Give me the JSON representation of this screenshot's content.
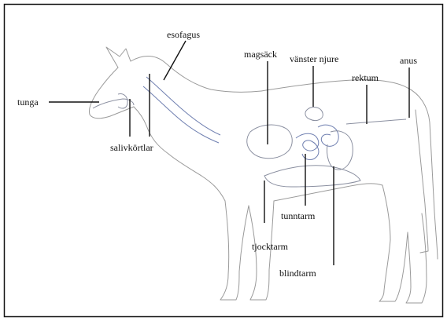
{
  "labels": {
    "esofagus": "esofagus",
    "magsack": "magsäck",
    "vanster_njure": "vänster njure",
    "rektum": "rektum",
    "anus": "anus",
    "tunga": "tunga",
    "salivkortlar": "salivkörtlar",
    "tunntarm": "tunntarm",
    "tjocktarm": "tjocktarm",
    "blindtarm": "blindtarm"
  }
}
